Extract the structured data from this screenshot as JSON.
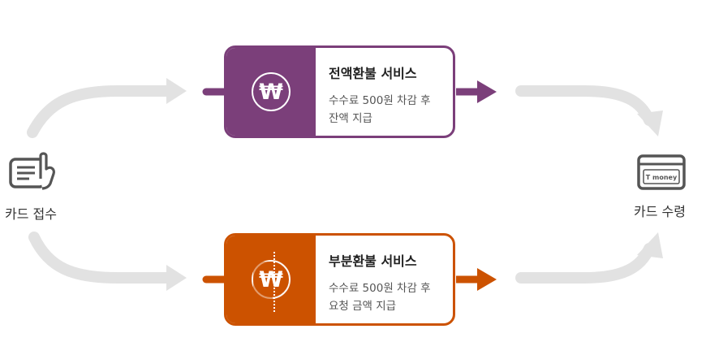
{
  "colors": {
    "full_refund": "#7b3f7a",
    "partial_refund": "#cc5200",
    "flow_arrow": "#e2e2e2",
    "icon_stroke": "#555555"
  },
  "start_node": {
    "label": "카드 접수",
    "icon": "card-document-icon"
  },
  "end_node": {
    "label": "카드 수령",
    "icon": "tmoney-card-icon",
    "card_brand": "T money"
  },
  "services": [
    {
      "title": "전액환불 서비스",
      "description": "수수료 500원 차감 후\n잔액 지급",
      "icon": "won-coin-icon"
    },
    {
      "title": "부분환불 서비스",
      "description": "수수료 500원 차감 후\n요청 금액 지급",
      "icon": "half-won-coin-icon",
      "coin_symbol": "₩"
    }
  ],
  "coin_symbol": "₩"
}
